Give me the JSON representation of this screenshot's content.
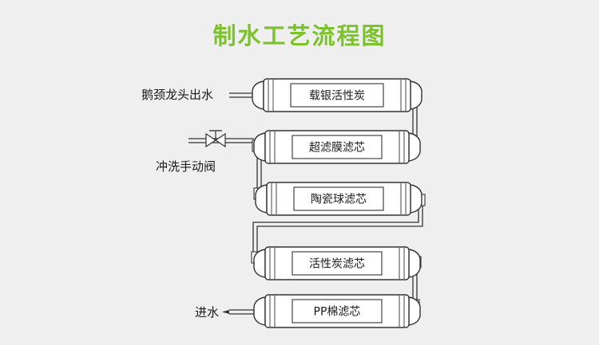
{
  "title": "制水工艺流程图",
  "colors": {
    "title": "#7cc22d",
    "background": "#efefef",
    "line": "#333333"
  },
  "filters": [
    {
      "label": "载银活性炭"
    },
    {
      "label": "超滤膜滤芯"
    },
    {
      "label": "陶瓷球滤芯"
    },
    {
      "label": "活性炭滤芯"
    },
    {
      "label": "PP棉滤芯"
    }
  ],
  "side_labels": {
    "outlet": "鹅颈龙头出水",
    "flush_valve": "冲洗手动阀",
    "inlet": "进水"
  },
  "icons": {
    "valve": "manual-valve-icon"
  }
}
